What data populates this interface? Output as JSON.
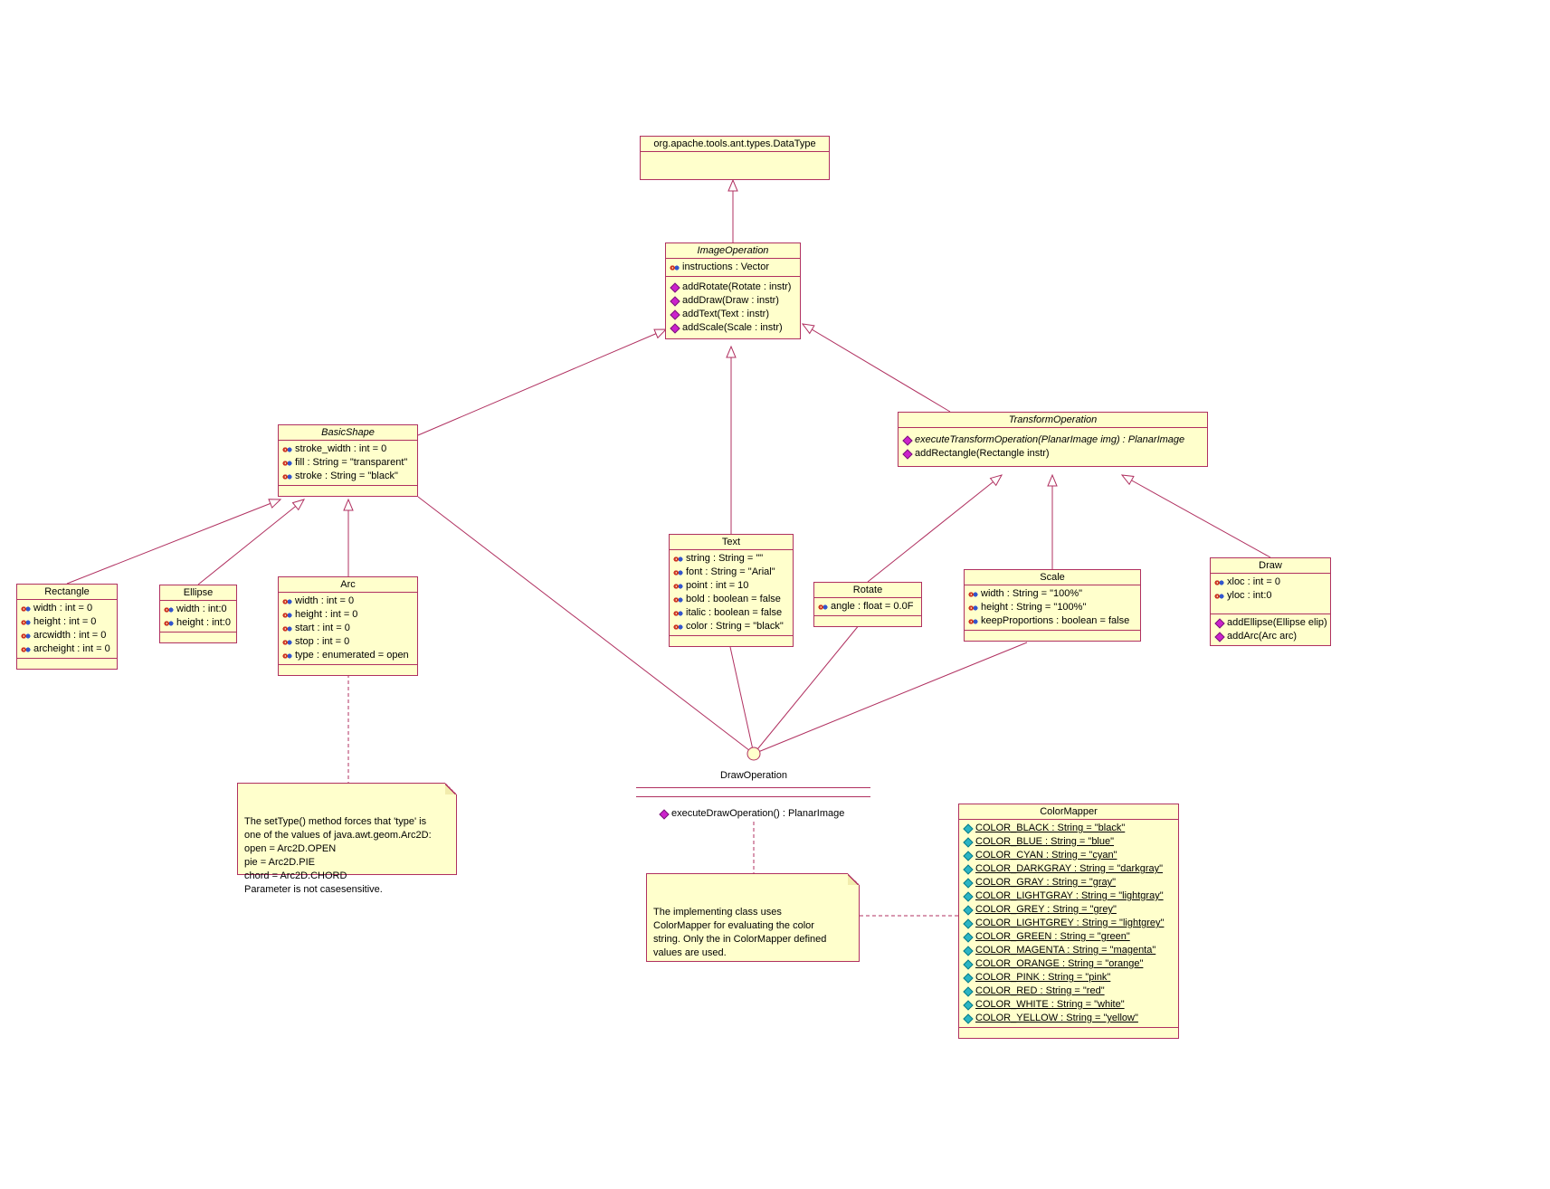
{
  "colors": {
    "edge": "#B03060",
    "box-fill": "#FFFFCC",
    "note-fill": "#FFFFCC",
    "text": "#000000",
    "method-icon-color": "#CC22CC",
    "static-icon-color": "#2BB5C4",
    "attr-icon-red": "#CC3322",
    "attr-icon-blue": "#3355CC",
    "background": "#FFFFFF"
  },
  "classes": {
    "datatype": {
      "title": "org.apache.tools.ant.types.DataType",
      "attributes": [],
      "methods": []
    },
    "image_operation": {
      "title": "ImageOperation",
      "attributes": [
        {
          "icon": "attribute-icon",
          "text": "instructions : Vector"
        }
      ],
      "methods": [
        {
          "icon": "method-icon",
          "text": "addRotate(Rotate : instr)"
        },
        {
          "icon": "method-icon",
          "text": "addDraw(Draw : instr)"
        },
        {
          "icon": "method-icon",
          "text": "addText(Text : instr)"
        },
        {
          "icon": "method-icon",
          "text": "addScale(Scale : instr)"
        }
      ]
    },
    "basic_shape": {
      "title": "BasicShape",
      "attributes": [
        {
          "icon": "attribute-icon",
          "text": "stroke_width : int = 0"
        },
        {
          "icon": "attribute-icon",
          "text": "fill : String = \"transparent\""
        },
        {
          "icon": "attribute-icon",
          "text": "stroke : String = \"black\""
        }
      ],
      "methods": []
    },
    "transform_operation": {
      "title": "TransformOperation",
      "attributes": [],
      "methods": [
        {
          "icon": "method-icon",
          "text": "executeTransformOperation(PlanarImage img) : PlanarImage",
          "italic": true
        },
        {
          "icon": "method-icon",
          "text": "addRectangle(Rectangle instr)"
        }
      ]
    },
    "rectangle": {
      "title": "Rectangle",
      "attributes": [
        {
          "icon": "attribute-icon",
          "text": "width : int = 0"
        },
        {
          "icon": "attribute-icon",
          "text": "height : int = 0"
        },
        {
          "icon": "attribute-icon",
          "text": "arcwidth : int = 0"
        },
        {
          "icon": "attribute-icon",
          "text": "archeight : int = 0"
        }
      ],
      "methods": []
    },
    "ellipse": {
      "title": "Ellipse",
      "attributes": [
        {
          "icon": "attribute-icon",
          "text": "width : int:0"
        },
        {
          "icon": "attribute-icon",
          "text": "height : int:0"
        }
      ],
      "methods": []
    },
    "arc": {
      "title": "Arc",
      "attributes": [
        {
          "icon": "attribute-icon",
          "text": "width : int = 0"
        },
        {
          "icon": "attribute-icon",
          "text": "height : int = 0"
        },
        {
          "icon": "attribute-icon",
          "text": "start : int = 0"
        },
        {
          "icon": "attribute-icon",
          "text": "stop : int = 0"
        },
        {
          "icon": "attribute-icon",
          "text": "type : enumerated = open"
        }
      ],
      "methods": []
    },
    "text": {
      "title": "Text",
      "attributes": [
        {
          "icon": "attribute-icon",
          "text": "string : String = \"\""
        },
        {
          "icon": "attribute-icon",
          "text": "font : String = \"Arial\""
        },
        {
          "icon": "attribute-icon",
          "text": "point : int = 10"
        },
        {
          "icon": "attribute-icon",
          "text": "bold : boolean = false"
        },
        {
          "icon": "attribute-icon",
          "text": "italic : boolean = false"
        },
        {
          "icon": "attribute-icon",
          "text": "color : String = \"black\""
        }
      ],
      "methods": []
    },
    "rotate": {
      "title": "Rotate",
      "attributes": [
        {
          "icon": "attribute-icon",
          "text": "angle : float = 0.0F"
        }
      ],
      "methods": []
    },
    "scale": {
      "title": "Scale",
      "attributes": [
        {
          "icon": "attribute-icon",
          "text": "width : String = \"100%\""
        },
        {
          "icon": "attribute-icon",
          "text": "height : String = \"100%\""
        },
        {
          "icon": "attribute-icon",
          "text": "keepProportions : boolean = false"
        }
      ],
      "methods": []
    },
    "draw": {
      "title": "Draw",
      "attributes": [
        {
          "icon": "attribute-icon",
          "text": "xloc : int = 0"
        },
        {
          "icon": "attribute-icon",
          "text": "yloc : int:0"
        }
      ],
      "methods": [
        {
          "icon": "method-icon",
          "text": "addEllipse(Ellipse elip)"
        },
        {
          "icon": "method-icon",
          "text": "addArc(Arc arc)"
        }
      ]
    },
    "color_mapper": {
      "title": "ColorMapper",
      "attributes": [
        {
          "icon": "static-attribute-icon",
          "text": "COLOR_BLACK : String = \"black\"",
          "underline": true
        },
        {
          "icon": "static-attribute-icon",
          "text": "COLOR_BLUE : String = \"blue\"",
          "underline": true
        },
        {
          "icon": "static-attribute-icon",
          "text": "COLOR_CYAN : String = \"cyan\"",
          "underline": true
        },
        {
          "icon": "static-attribute-icon",
          "text": "COLOR_DARKGRAY : String = \"darkgray\"",
          "underline": true
        },
        {
          "icon": "static-attribute-icon",
          "text": "COLOR_GRAY : String = \"gray\"",
          "underline": true
        },
        {
          "icon": "static-attribute-icon",
          "text": "COLOR_LIGHTGRAY : String = \"lightgray\"",
          "underline": true
        },
        {
          "icon": "static-attribute-icon",
          "text": "COLOR_GREY : String = \"grey\"",
          "underline": true
        },
        {
          "icon": "static-attribute-icon",
          "text": "COLOR_LIGHTGREY : String = \"lightgrey\"",
          "underline": true
        },
        {
          "icon": "static-attribute-icon",
          "text": "COLOR_GREEN : String = \"green\"",
          "underline": true
        },
        {
          "icon": "static-attribute-icon",
          "text": "COLOR_MAGENTA : String = \"magenta\"",
          "underline": true
        },
        {
          "icon": "static-attribute-icon",
          "text": "COLOR_ORANGE : String = \"orange\"",
          "underline": true
        },
        {
          "icon": "static-attribute-icon",
          "text": "COLOR_PINK : String = \"pink\"",
          "underline": true
        },
        {
          "icon": "static-attribute-icon",
          "text": "COLOR_RED : String = \"red\"",
          "underline": true
        },
        {
          "icon": "static-attribute-icon",
          "text": "COLOR_WHITE : String = \"white\"",
          "underline": true
        },
        {
          "icon": "static-attribute-icon",
          "text": "COLOR_YELLOW : String = \"yellow\"",
          "underline": true
        }
      ],
      "methods": []
    }
  },
  "interface": {
    "name": "DrawOperation",
    "methods": [
      {
        "icon": "method-icon",
        "text": "executeDrawOperation() : PlanarImage"
      }
    ]
  },
  "notes": {
    "arc_note": {
      "text": "The setType() method forces that 'type' is\none of the values of java.awt.geom.Arc2D:\nopen = Arc2D.OPEN\npie = Arc2D.PIE\nchord = Arc2D.CHORD\nParameter is not casesensitive."
    },
    "colormapper_note": {
      "text": "The implementing class uses\nColorMapper for evaluating the color\nstring. Only the in ColorMapper defined\nvalues are used."
    }
  }
}
